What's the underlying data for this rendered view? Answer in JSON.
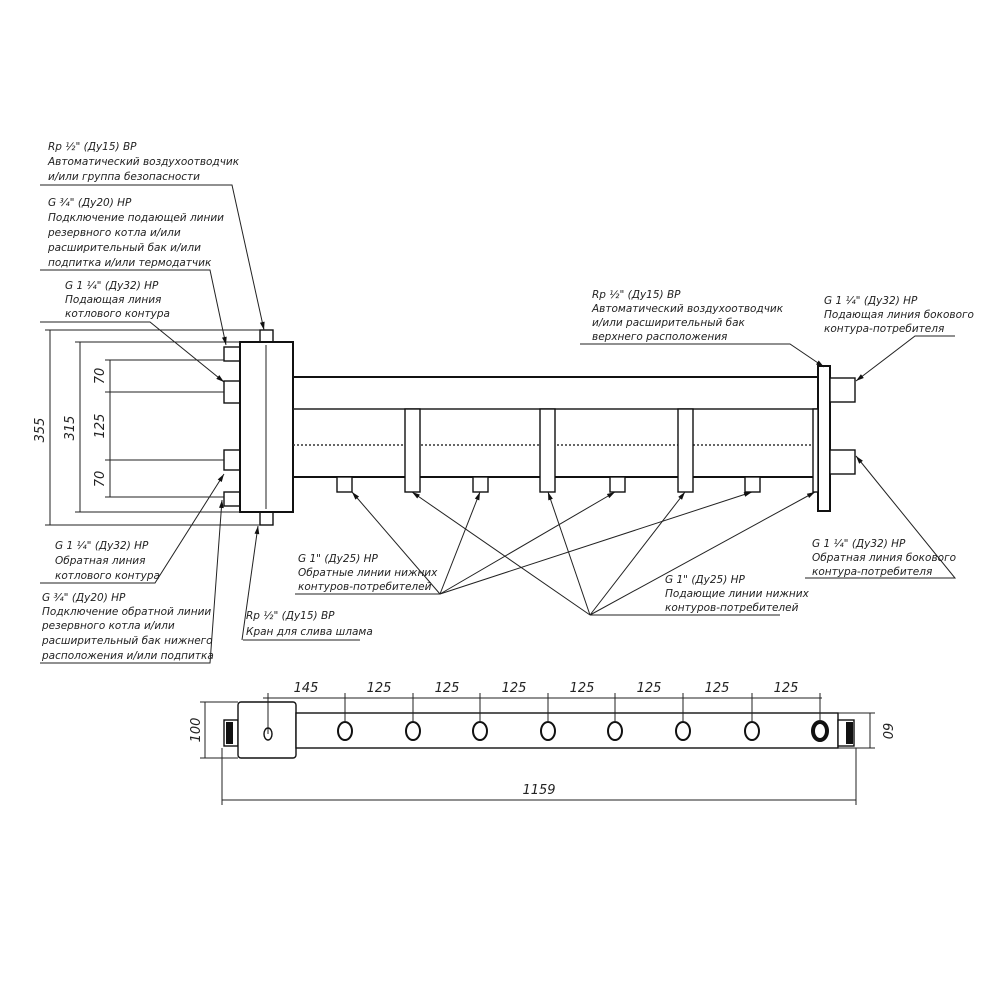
{
  "callouts": {
    "air_vent_top": [
      "Rp ½\" (Ду15) ВР",
      "Автоматический воздухоотводчик",
      "и/или группа безопасности"
    ],
    "reserve_supply": [
      "G ¾\" (Ду20) НР",
      "Подключение подающей линии",
      "резервного котла и/или",
      "расширительный бак и/или",
      "подпитка и/или термодатчик"
    ],
    "boiler_supply": [
      "G 1 ¼\" (Ду32) НР",
      "Подающая линия",
      "котлового контура"
    ],
    "boiler_return": [
      "G 1 ¼\" (Ду32) НР",
      "Обратная линия",
      "котлового контура"
    ],
    "reserve_return": [
      "G ¾\" (Ду20) НР",
      "Подключение обратной линии",
      "резервного котла и/или",
      "расширительный бак нижнего",
      "расположения и/или подпитка"
    ],
    "drain": [
      "Rp ½\" (Ду15) ВР",
      "Кран для слива шлама"
    ],
    "lower_returns": [
      "G 1\" (Ду25) НР",
      "Обратные линии нижних",
      "контуров-потребителей"
    ],
    "lower_supplies": [
      "G 1\" (Ду25) НР",
      "Подающие линии нижних",
      "контуров-потребителей"
    ],
    "air_vent_right": [
      "Rp ½\" (Ду15) ВР",
      "Автоматический воздухоотводчик",
      "и/или расширительный бак",
      "верхнего расположения"
    ],
    "side_supply": [
      "G 1 ¼\" (Ду32) НР",
      "Подающая линия бокового",
      "контура-потребителя"
    ],
    "side_return": [
      "G 1 ¼\" (Ду32) НР",
      "Обратная линия бокового",
      "контура-потребителя"
    ]
  },
  "dimensions": {
    "front": {
      "overall": "355",
      "body": "315",
      "upper": "70",
      "middle": "125",
      "lower": "70"
    },
    "top": {
      "first": "145",
      "spacing": [
        "125",
        "125",
        "125",
        "125",
        "125",
        "125",
        "125"
      ],
      "length": "1159",
      "body_width": "100",
      "pipe_width": "60"
    }
  }
}
